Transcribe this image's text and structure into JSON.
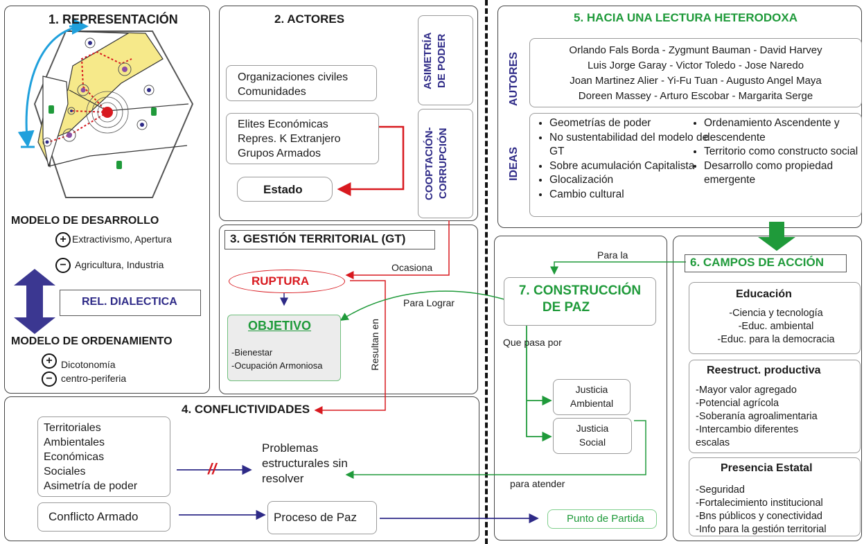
{
  "s1": {
    "title": "1. REPRESENTACIÓN",
    "modelo_desarrollo": "MODELO DE DESARROLLO",
    "plus_item": "Extractivismo, Apertura",
    "minus_item": "Agricultura,  Industria",
    "rel_dialectica": "REL. DIALECTICA",
    "modelo_ordenamiento": "MODELO DE ORDENAMIENTO",
    "ord_lines": [
      "Dicotonomía",
      "centro-periferia"
    ],
    "plus_symbol": "+",
    "minus_symbol": "−"
  },
  "s2": {
    "title": "2. ACTORES",
    "civiles": [
      "Organizaciones civiles",
      "Comunidades"
    ],
    "elites": [
      "Elites Económicas",
      "Repres. K Extranjero",
      "Grupos Armados"
    ],
    "estado": "Estado",
    "asimetria": [
      "ASIMETRÍA",
      "DE PODER"
    ],
    "cooptacion": [
      "COOPTACIÓN-",
      "CORRUPCIÓN"
    ]
  },
  "s3": {
    "title": "3. GESTIÓN TERRITORIAL (GT)",
    "ocasiona": "Ocasiona",
    "ruptura": "RUPTURA",
    "objetivo": "OBJETIVO",
    "objetivo_items": [
      "-Bienestar",
      "-Ocupación Armoniosa"
    ],
    "resultan_en": "Resultan en"
  },
  "s4": {
    "title": "4. CONFLICTIVIDADES",
    "tipos": [
      "Territoriales",
      "Ambientales",
      "Económicas",
      "Sociales",
      "Asimetría de poder"
    ],
    "problemas": [
      "Problemas",
      "estructurales sin",
      "resolver"
    ],
    "conflicto": "Conflicto Armado",
    "proceso": "Proceso de Paz",
    "punto": "Punto de Partida",
    "break_mark": "//"
  },
  "s5": {
    "title": "5. HACIA UNA LECTURA HETERODOXA",
    "autores_label": "AUTORES",
    "autores": [
      "Orlando Fals Borda  -  Zygmunt Bauman  - David Harvey",
      "Luis Jorge Garay  -  Victor Toledo  -  Jose Naredo",
      "Joan Martinez Alier  -  Yi-Fu Tuan  -  Augusto Angel Maya",
      "Doreen Massey  -  Arturo Escobar  -  Margarita Serge"
    ],
    "ideas_label": "IDEAS",
    "ideas_left": [
      "Geometrías de poder",
      "No sustentabilidad del modelo de GT",
      "Sobre acumulación Capitalista",
      "Glocalización",
      "Cambio cultural"
    ],
    "ideas_right": [
      "Ordenamiento Ascendente y descendente",
      "Territorio como constructo social",
      "Desarrollo como propiedad emergente"
    ]
  },
  "s6": {
    "title": "6. CAMPOS DE ACCIÓN",
    "para_la": "Para la",
    "educacion_title": "Educación",
    "educacion": [
      "-Ciencia y tecnología",
      "-Educ. ambiental",
      "-Educ. para la democracia"
    ],
    "reestruct_title": "Reestruct. productiva",
    "reestruct": [
      "-Mayor valor agregado",
      "-Potencial agrícola",
      "-Soberanía agroalimentaria",
      "-Intercambio diferentes",
      "escalas"
    ],
    "presencia_title": "Presencia Estatal",
    "presencia": [
      "-Seguridad",
      "-Fortalecimiento institucional",
      "-Bns públicos y conectividad",
      "-Info para la gestión territorial"
    ]
  },
  "s7": {
    "title": [
      "7. CONSTRUCCIÓN",
      "DE PAZ"
    ],
    "para_lograr": "Para Lograr",
    "que_pasa_por": "Que pasa por",
    "justicia_ambiental": [
      "Justicia",
      "Ambiental"
    ],
    "justicia_social": [
      "Justicia",
      "Social"
    ],
    "para_atender": "para atender"
  },
  "colors": {
    "green": "#1f9a3a",
    "navy": "#2e2a87",
    "red": "#d8191f",
    "yellow": "#f6e98a"
  },
  "icons": [
    "hexagon-map-icon",
    "colombia-flag-icon",
    "spiral-icon",
    "plus-icon",
    "minus-icon",
    "double-arrow-icon"
  ]
}
